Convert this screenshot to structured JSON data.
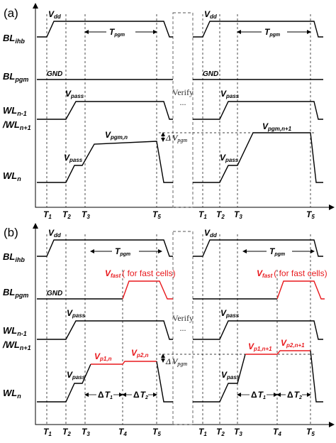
{
  "panel_a": {
    "tag": "(a)",
    "row_labels": {
      "bl_ihb": "BL",
      "bl_ihb_sub": "ihb",
      "bl_pgm": "BL",
      "bl_pgm_sub": "pgm",
      "wl_nm1_a": "WL",
      "wl_nm1_sub": "n-1",
      "wl_np1_a": "/WL",
      "wl_np1_sub": "n+1",
      "wl_n": "WL",
      "wl_n_sub": "n"
    },
    "vdd_v": "V",
    "vdd_sub": "dd",
    "gnd": "GND",
    "vpass_v": "V",
    "vpass_sub": "pass",
    "vpgmn_v": "V",
    "vpgmn_sub": "pgm,n",
    "vpgmn1_v": "V",
    "vpgmn1_sub": "pgm,n+1",
    "tpgm_v": "T",
    "tpgm_sub": "pgm",
    "delta_vpgm_d": "Δ",
    "delta_vpgm_v": "V",
    "delta_vpgm_sub": "pgm",
    "verify": "Verify",
    "dots": "...",
    "ticks_left": [
      {
        "t": "T",
        "s": "1"
      },
      {
        "t": "T",
        "s": "2"
      },
      {
        "t": "T",
        "s": "3"
      },
      {
        "t": "T",
        "s": "5"
      }
    ],
    "ticks_right": [
      {
        "t": "T",
        "s": "1"
      },
      {
        "t": "T",
        "s": "2"
      },
      {
        "t": "T",
        "s": "3"
      },
      {
        "t": "T",
        "s": "5"
      }
    ]
  },
  "panel_b": {
    "tag": "(b)",
    "vfast_v": "V",
    "vfast_sub": "fast",
    "vfast_note": "( for fast cells)",
    "vp1n_v": "V",
    "vp1n_sub": "p1,n",
    "vp2n_v": "V",
    "vp2n_sub": "p2,n",
    "vp1n1_v": "V",
    "vp1n1_sub": "p1,n+1",
    "vp2n1_v": "V",
    "vp2n1_sub": "p2,n+1",
    "dt1_d": "Δ",
    "dt1_v": "T",
    "dt1_sub": "1",
    "dt2_d": "Δ",
    "dt2_v": "T",
    "dt2_sub": "2",
    "ticks_left": [
      {
        "t": "T",
        "s": "1"
      },
      {
        "t": "T",
        "s": "2"
      },
      {
        "t": "T",
        "s": "3"
      },
      {
        "t": "T",
        "s": "4"
      },
      {
        "t": "T",
        "s": "5"
      }
    ],
    "ticks_right": [
      {
        "t": "T",
        "s": "1"
      },
      {
        "t": "T",
        "s": "2"
      },
      {
        "t": "T",
        "s": "3"
      },
      {
        "t": "T",
        "s": "4"
      },
      {
        "t": "T",
        "s": "5"
      }
    ]
  },
  "colors": {
    "red": "#e8191d",
    "black": "#000000"
  }
}
